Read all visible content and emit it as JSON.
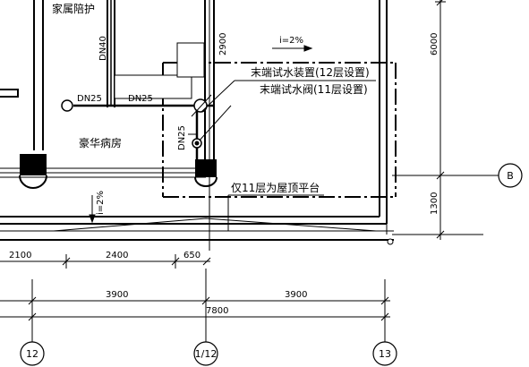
{
  "labels": {
    "family_area": "家属陪护",
    "luxury_ward": "豪华病房",
    "test_device": "末端试水装置(12层设置)",
    "test_valve": "末端试水阀(11层设置)",
    "roof_note": "仅11层为屋顶平台"
  },
  "pipes": {
    "dn40": "DN40",
    "dn25_left": "DN25",
    "dn25_mid": "DN25",
    "dn25_vertical": "DN25"
  },
  "slopes": {
    "roof": "i=2%",
    "floor": "i=2%"
  },
  "dimensions": {
    "v2900": "2900",
    "v6000": "6000",
    "v1300": "1300",
    "h2100": "2100",
    "h2400": "2400",
    "h650": "650",
    "h3900_left": "3900",
    "h3900_right": "3900",
    "h7800": "7800"
  },
  "axes": {
    "a12": "12",
    "a1_12": "1/12",
    "a13": "13",
    "aB": "B"
  }
}
